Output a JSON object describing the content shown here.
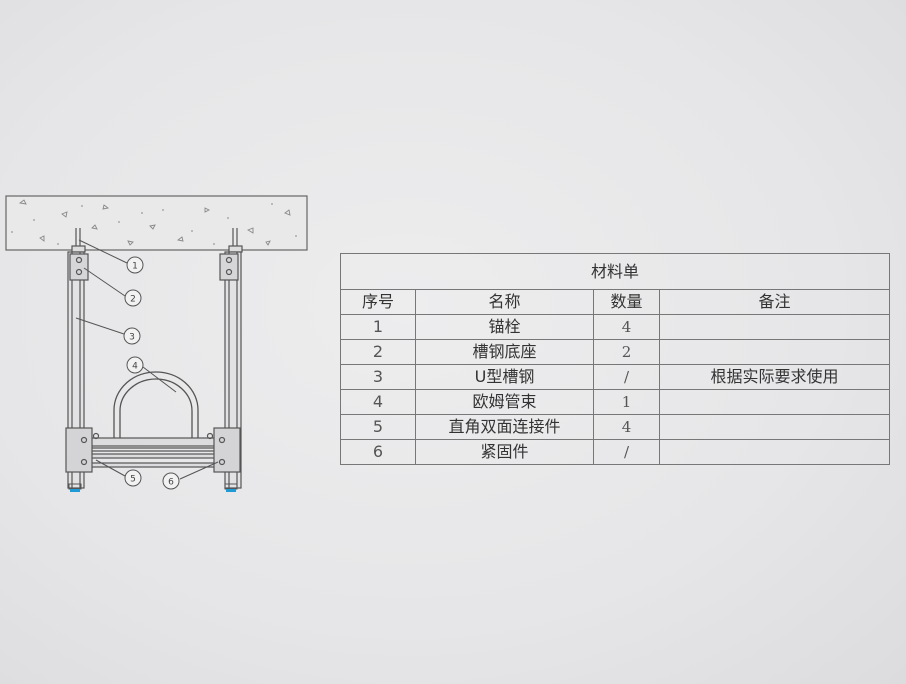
{
  "drawing": {
    "callouts": [
      "1",
      "2",
      "3",
      "4",
      "5",
      "6"
    ],
    "accent_color": "#1e9ad6"
  },
  "bom": {
    "title": "材料单",
    "headers": {
      "seq": "序号",
      "name": "名称",
      "qty": "数量",
      "note": "备注"
    },
    "rows": [
      {
        "seq": "1",
        "name": "锚栓",
        "qty": "4"
      },
      {
        "seq": "2",
        "name": "槽钢底座",
        "qty": "2"
      },
      {
        "seq": "3",
        "name": "U型槽钢",
        "qty": "/"
      },
      {
        "seq": "4",
        "name": "欧姆管束",
        "qty": "1"
      },
      {
        "seq": "5",
        "name": "直角双面连接件",
        "qty": "4"
      },
      {
        "seq": "6",
        "name": "紧固件",
        "qty": "/"
      }
    ],
    "note": "根据实际要求使用"
  }
}
